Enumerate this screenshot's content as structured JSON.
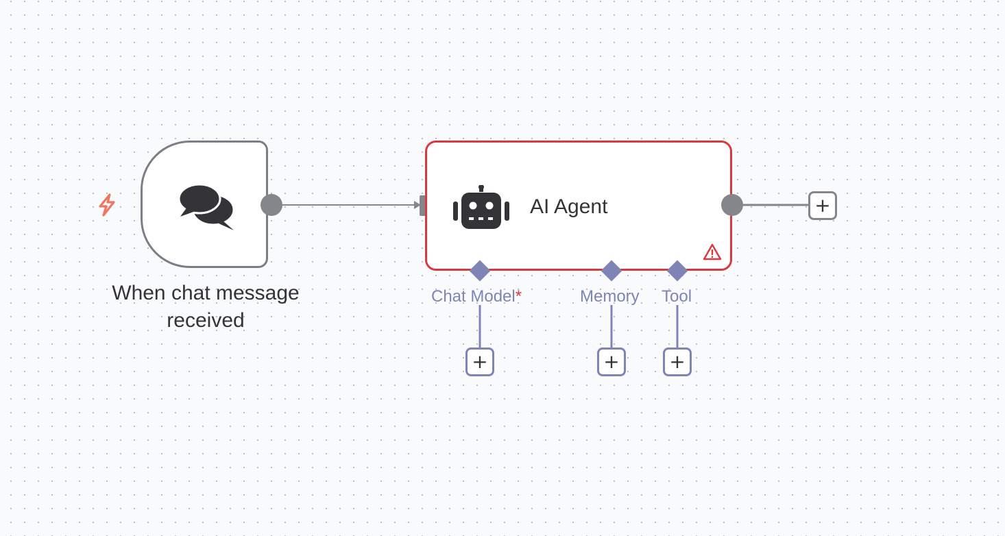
{
  "trigger_node": {
    "label": "When chat message received",
    "icon": "chat-bubbles-icon",
    "trigger_icon": "lightning-bolt-icon"
  },
  "agent_node": {
    "title": "AI Agent",
    "icon": "robot-icon",
    "status_icon": "warning-triangle-icon",
    "ports": [
      {
        "label": "Chat Model",
        "required_mark": "*"
      },
      {
        "label": "Memory"
      },
      {
        "label": "Tool"
      }
    ]
  },
  "add_button_glyph": "+",
  "colors": {
    "node_border": "#7d7d87",
    "error_border": "#d9383f",
    "ai_port": "#7e85b5",
    "trigger_accent": "#ee7661",
    "handle": "#85858c"
  }
}
